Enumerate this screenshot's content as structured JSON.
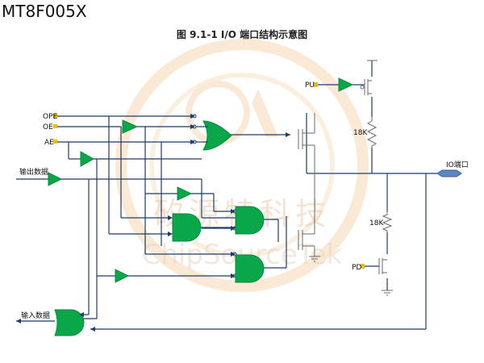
{
  "doc_title": "MT8F005X",
  "figure_title": "图 9.1-1 I/O 端口结构示意图",
  "labels": {
    "ope": "OPE",
    "oe": "OE",
    "ae": "AE",
    "data_out": "输出数据",
    "data_in": "输入数据",
    "pu": "PU",
    "pd": "PD",
    "r_pu": "18K",
    "r_pd": "18K",
    "io_port": "IO端口"
  },
  "watermark": {
    "cn": "矽源特科技",
    "en": "ChipSourceTek"
  },
  "colors": {
    "gate_green": "#0aa64a",
    "wire_blue": "#1f3c66",
    "port_blue": "#5b86c4",
    "pad_yellow": "#e8c000",
    "watermark": "#f3c28a"
  }
}
